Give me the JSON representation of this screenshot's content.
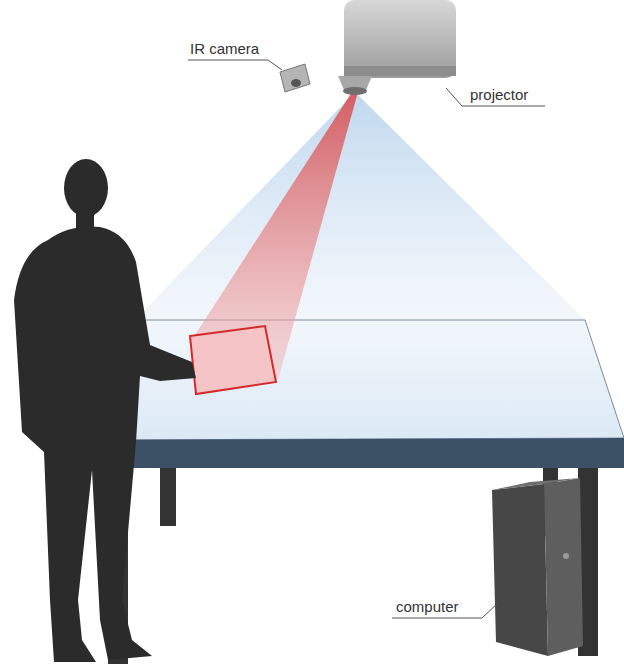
{
  "diagram": {
    "labels": [
      "IR camera",
      "projector",
      "computer"
    ]
  }
}
